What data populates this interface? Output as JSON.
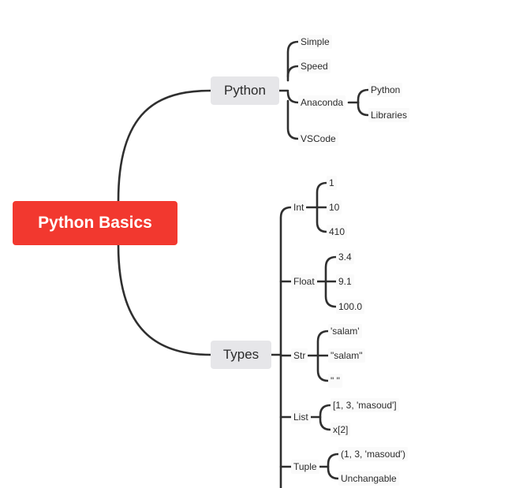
{
  "root": "Python Basics",
  "python": {
    "label": "Python",
    "children": [
      "Simple",
      "Speed",
      "Anaconda",
      "VSCode"
    ],
    "anaconda_children": [
      "Python",
      "Libraries"
    ]
  },
  "types": {
    "label": "Types",
    "int": {
      "label": "Int",
      "children": [
        "1",
        "10",
        "410"
      ]
    },
    "float": {
      "label": "Float",
      "children": [
        "3.4",
        "9.1",
        "100.0"
      ]
    },
    "str": {
      "label": "Str",
      "children": [
        "'salam'",
        "\"salam\"",
        "\" \""
      ]
    },
    "list": {
      "label": "List",
      "children": [
        "[1, 3, 'masoud']",
        "x[2]"
      ]
    },
    "tuple": {
      "label": "Tuple",
      "children": [
        "(1, 3, 'masoud')",
        "Unchangable"
      ]
    }
  },
  "colors": {
    "root": "#f2382f",
    "branch": "#e6e6e9",
    "line": "#2f2f2f"
  }
}
